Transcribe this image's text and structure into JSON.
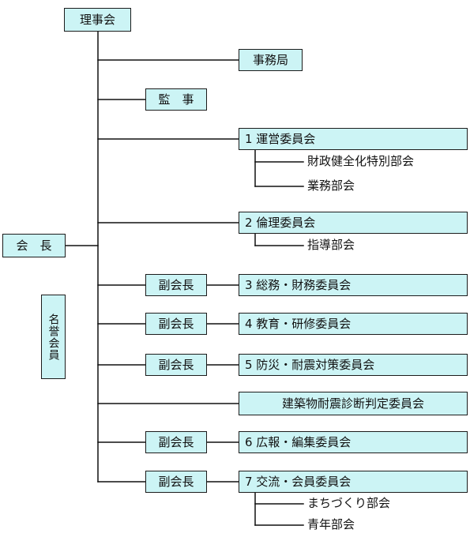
{
  "chart": {
    "rijikai": "理事会",
    "kaicho": "会　長",
    "meiyo": "名誉会員",
    "jimukyoku": "事務局",
    "kanji": "監　事",
    "vice_president": "副会長",
    "committees": {
      "c1": "1 運営委員会",
      "c2": "2 倫理委員会",
      "c3": "3 総務・財務委員会",
      "c4": "4 教育・研修委員会",
      "c5": "5 防災・耐震対策委員会",
      "c_kenchiku": "建築物耐震診断判定委員会",
      "c6": "6 広報・編集委員会",
      "c7": "7 交流・会員委員会"
    },
    "subcommittees": {
      "zaimu": "財政健全化特別部会",
      "gyomu": "業務部会",
      "shido": "指導部会",
      "machi": "まちづくり部会",
      "seinen": "青年部会"
    }
  }
}
